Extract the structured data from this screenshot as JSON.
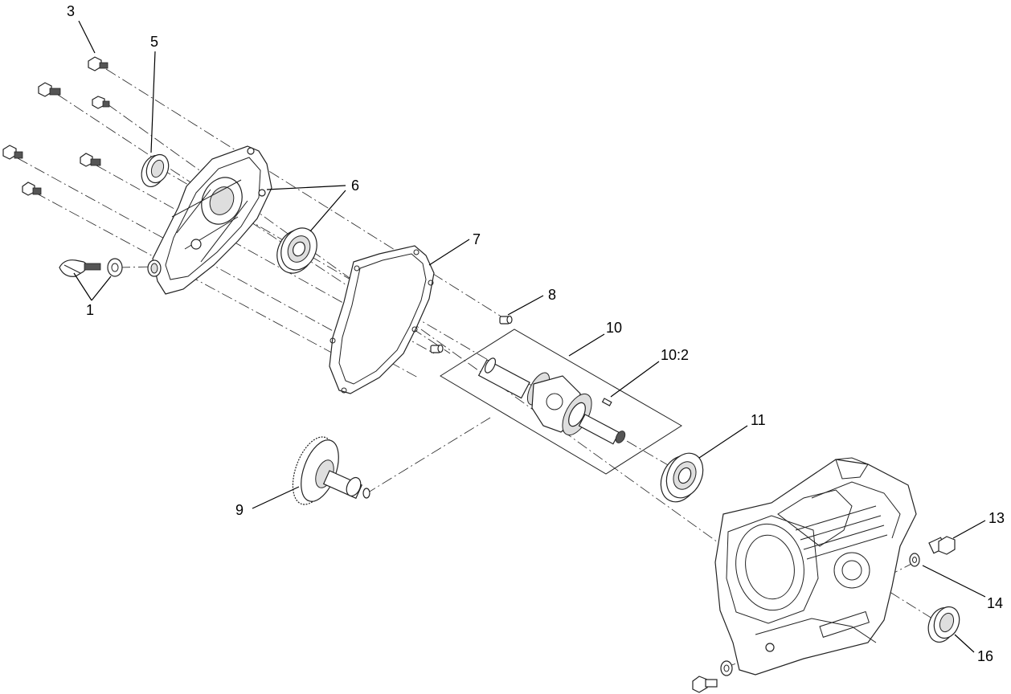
{
  "diagram": {
    "callouts": [
      {
        "id": "c1",
        "label": "1"
      },
      {
        "id": "c3",
        "label": "3"
      },
      {
        "id": "c5",
        "label": "5"
      },
      {
        "id": "c6",
        "label": "6"
      },
      {
        "id": "c7",
        "label": "7"
      },
      {
        "id": "c8",
        "label": "8"
      },
      {
        "id": "c9",
        "label": "9"
      },
      {
        "id": "c10",
        "label": "10"
      },
      {
        "id": "c10_2",
        "label": "10:2"
      },
      {
        "id": "c11",
        "label": "11"
      },
      {
        "id": "c13",
        "label": "13"
      },
      {
        "id": "c14",
        "label": "14"
      },
      {
        "id": "c16",
        "label": "16"
      }
    ],
    "parts": [
      {
        "name": "drain-plug-and-washer",
        "callout": "1"
      },
      {
        "name": "cover-bolt",
        "callout": "3"
      },
      {
        "name": "oil-seal",
        "callout": "5"
      },
      {
        "name": "crankcase-cover-and-bearing",
        "callout": "6"
      },
      {
        "name": "cover-gasket",
        "callout": "7"
      },
      {
        "name": "dowel-pin",
        "callout": "8"
      },
      {
        "name": "camshaft",
        "callout": "9"
      },
      {
        "name": "crankshaft",
        "callout": "10"
      },
      {
        "name": "woodruff-key",
        "callout": "10:2"
      },
      {
        "name": "main-bearing",
        "callout": "11"
      },
      {
        "name": "drain-plug",
        "callout": "13"
      },
      {
        "name": "washer",
        "callout": "14"
      },
      {
        "name": "crankcase-oil-seal",
        "callout": "16"
      }
    ]
  }
}
